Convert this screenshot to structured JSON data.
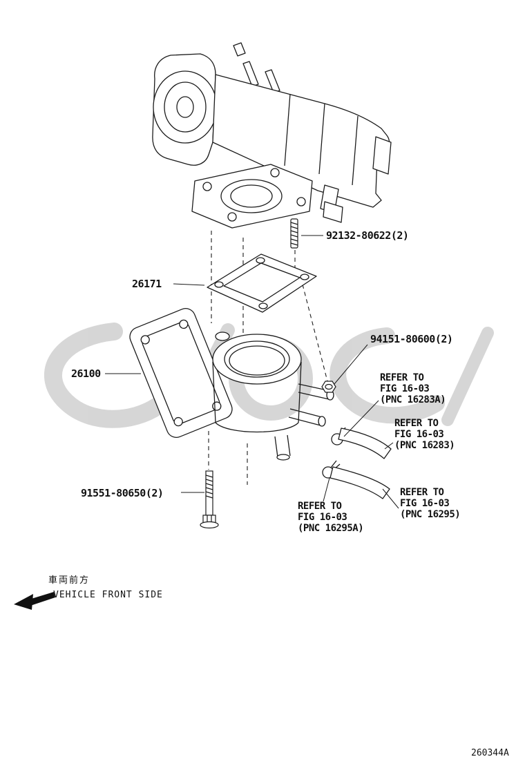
{
  "colors": {
    "line": "#1a1a1a",
    "watermark": "#a6a6a6"
  },
  "parts": {
    "stud": {
      "label": "92132-80622(2)"
    },
    "gasket": {
      "label": "26171"
    },
    "nut": {
      "label": "94151-80600(2)"
    },
    "throttle_body": {
      "label": "26100"
    },
    "bolt": {
      "label": "91551-80650(2)"
    }
  },
  "refer_notes": {
    "clamp_upper": {
      "line1": "REFER TO",
      "line2": "FIG 16-03",
      "line3": "(PNC 16283A)"
    },
    "hose_upper": {
      "line1": "REFER TO",
      "line2": "FIG 16-03",
      "line3": "(PNC 16283)"
    },
    "hose_lower": {
      "line1": "REFER TO",
      "line2": "FIG 16-03",
      "line3": "(PNC 16295)"
    },
    "clamp_lower": {
      "line1": "REFER TO",
      "line2": "FIG 16-03",
      "line3": "(PNC 16295A)"
    }
  },
  "orientation": {
    "jp": "車両前方",
    "en": "VEHICLE FRONT SIDE"
  },
  "figure_code": "260344A"
}
